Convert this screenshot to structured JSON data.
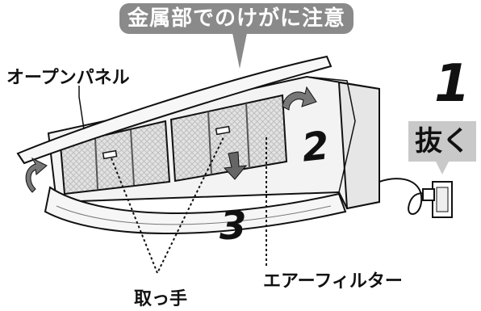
{
  "caution": {
    "text": "金属部でのけがに注意"
  },
  "labels": {
    "open_panel": "オープンパネル",
    "air_filter": "エアーフィルター",
    "handle": "取っ手"
  },
  "steps": {
    "step1": {
      "number": "1",
      "action": "抜く"
    },
    "step2": {
      "number": "2"
    },
    "step3": {
      "number": "3"
    }
  },
  "colors": {
    "callout_gray": "#8a8a8a",
    "unplug_box": "#c9c9c9",
    "filter_mesh": "#d6d6d6",
    "unit_body": "#f2f2f2",
    "line": "#111111"
  },
  "icons": [
    "rotate-arrow-icon",
    "down-arrow-icon",
    "plug-icon",
    "wall-outlet-icon"
  ]
}
